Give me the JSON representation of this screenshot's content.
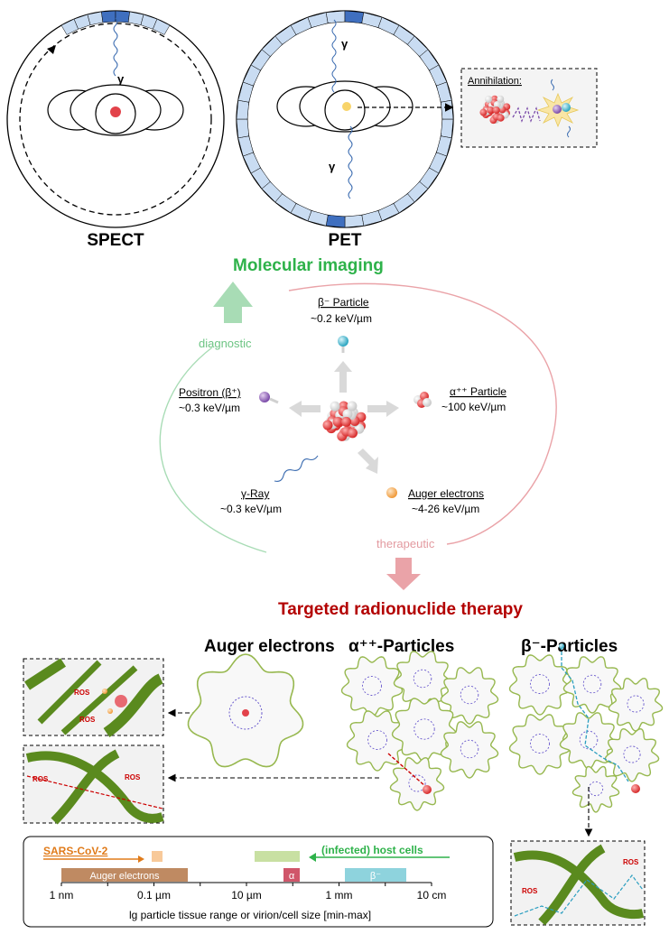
{
  "imaging": {
    "spect_label": "SPECT",
    "pet_label": "PET",
    "gamma_symbol": "γ",
    "annihilation_label": "Annihilation:",
    "title": "Molecular imaging",
    "diagnostic_label": "diagnostic",
    "therapeutic_label": "therapeutic"
  },
  "emissions": {
    "beta_minus": {
      "name": "β⁻ Particle",
      "let": "~0.2 keV/µm"
    },
    "positron": {
      "name": "Positron (β⁺)",
      "let": "~0.3 keV/µm"
    },
    "alpha": {
      "name": "α⁺⁺ Particle",
      "let": "~100 keV/µm"
    },
    "gamma_ray": {
      "name": "γ-Ray",
      "let": "~0.3 keV/µm"
    },
    "auger": {
      "name": "Auger electrons",
      "let": "~4-26 keV/µm"
    }
  },
  "therapy": {
    "title": "Targeted radionuclide therapy",
    "col_auger": "Auger electrons",
    "col_alpha": "α⁺⁺-Particles",
    "col_beta": "β⁻-Particles",
    "ros": "ROS"
  },
  "range_chart": {
    "sars_label": "SARS-CoV-2",
    "host_label": "(infected) host cells",
    "auger_bar": "Auger electrons",
    "alpha_bar": "α",
    "beta_bar": "β⁻",
    "ticks": [
      "1 nm",
      "0.1 µm",
      "10 µm",
      "1 mm",
      "10 cm"
    ],
    "axis_label": "lg particle tissue range or virion/cell size [min-max]"
  },
  "colors": {
    "green_title": "#2eb24a",
    "red_title": "#b30000",
    "diag_green": "#a8dcb5",
    "ther_red": "#eaa3a8",
    "dna_green": "#5a8a1e",
    "detector_blue": "#c9dcf2",
    "detector_dark": "#3f6fbf"
  }
}
